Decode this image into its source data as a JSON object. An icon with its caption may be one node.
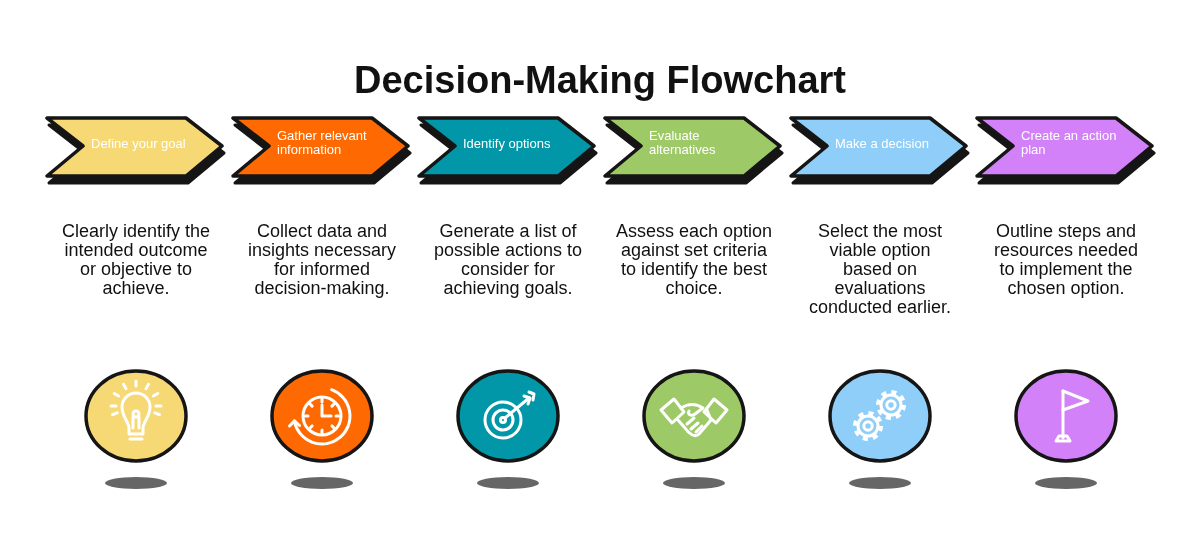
{
  "diagram": {
    "title": "Decision-Making Flowchart",
    "nodes": [
      {
        "text": [
          "Define your goal"
        ],
        "beside": [
          "Clearly identify the intended outcome or objective to achieve."
        ]
      },
      {
        "text": [
          "Gather relevant information"
        ],
        "beside": [
          "Collect data and insights necessary for informed decision-making."
        ]
      },
      {
        "text": [
          "Identify options"
        ],
        "beside": [
          "Generate a list of possible actions to consider for achieving goals."
        ]
      },
      {
        "text": [
          "Evaluate alternatives"
        ],
        "beside": [
          "Assess each option against set criteria to identify the best choice."
        ]
      },
      {
        "text": [
          "Make a decision"
        ],
        "beside": [
          "Select the most viable option based on evaluations conducted earlier."
        ]
      },
      {
        "text": [
          "Create an action plan"
        ],
        "beside": [
          "Outline steps and resources needed to implement the chosen option."
        ]
      }
    ]
  }
}
